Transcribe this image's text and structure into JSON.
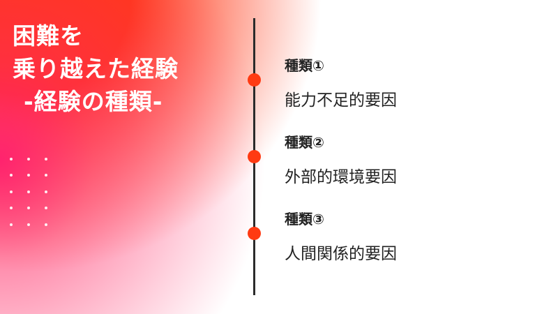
{
  "slide": {
    "title_lines": [
      "困難を",
      "乗り越えた経験",
      "-経験の種類-"
    ],
    "accent_color": "#ff3a12",
    "line_color": "#2b2b2b",
    "items": [
      {
        "heading": "種類①",
        "body": "能力不足的要因"
      },
      {
        "heading": "種類②",
        "body": "外部的環境要因"
      },
      {
        "heading": "種類③",
        "body": "人間関係的要因"
      }
    ],
    "decoration": {
      "dot_grid": {
        "columns": 3,
        "rows": 5,
        "icon": "dot-grid-icon"
      }
    }
  }
}
